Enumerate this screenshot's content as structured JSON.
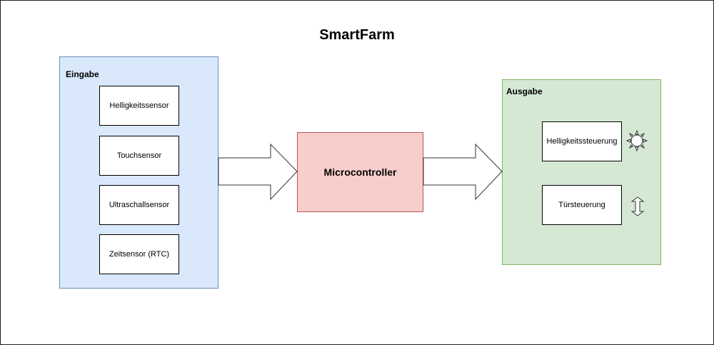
{
  "diagram": {
    "title": "SmartFarm",
    "input_group": {
      "label": "Eingabe",
      "items": [
        "Helligkeitssensor",
        "Touchsensor",
        "Ultraschallsensor",
        "Zeitsensor (RTC)"
      ]
    },
    "processor": {
      "label": "Microcontroller"
    },
    "output_group": {
      "label": "Ausgabe",
      "items": [
        {
          "label": "Helligkeitssteuerung",
          "icon": "sun-icon"
        },
        {
          "label": "Türsteuerung",
          "icon": "vertical-double-arrow-icon"
        }
      ]
    },
    "colors": {
      "input_fill": "#dae8fc",
      "input_stroke": "#6c8ebf",
      "output_fill": "#d5e8d4",
      "output_stroke": "#82b366",
      "processor_fill": "#f8cecc",
      "processor_stroke": "#b85450"
    }
  }
}
